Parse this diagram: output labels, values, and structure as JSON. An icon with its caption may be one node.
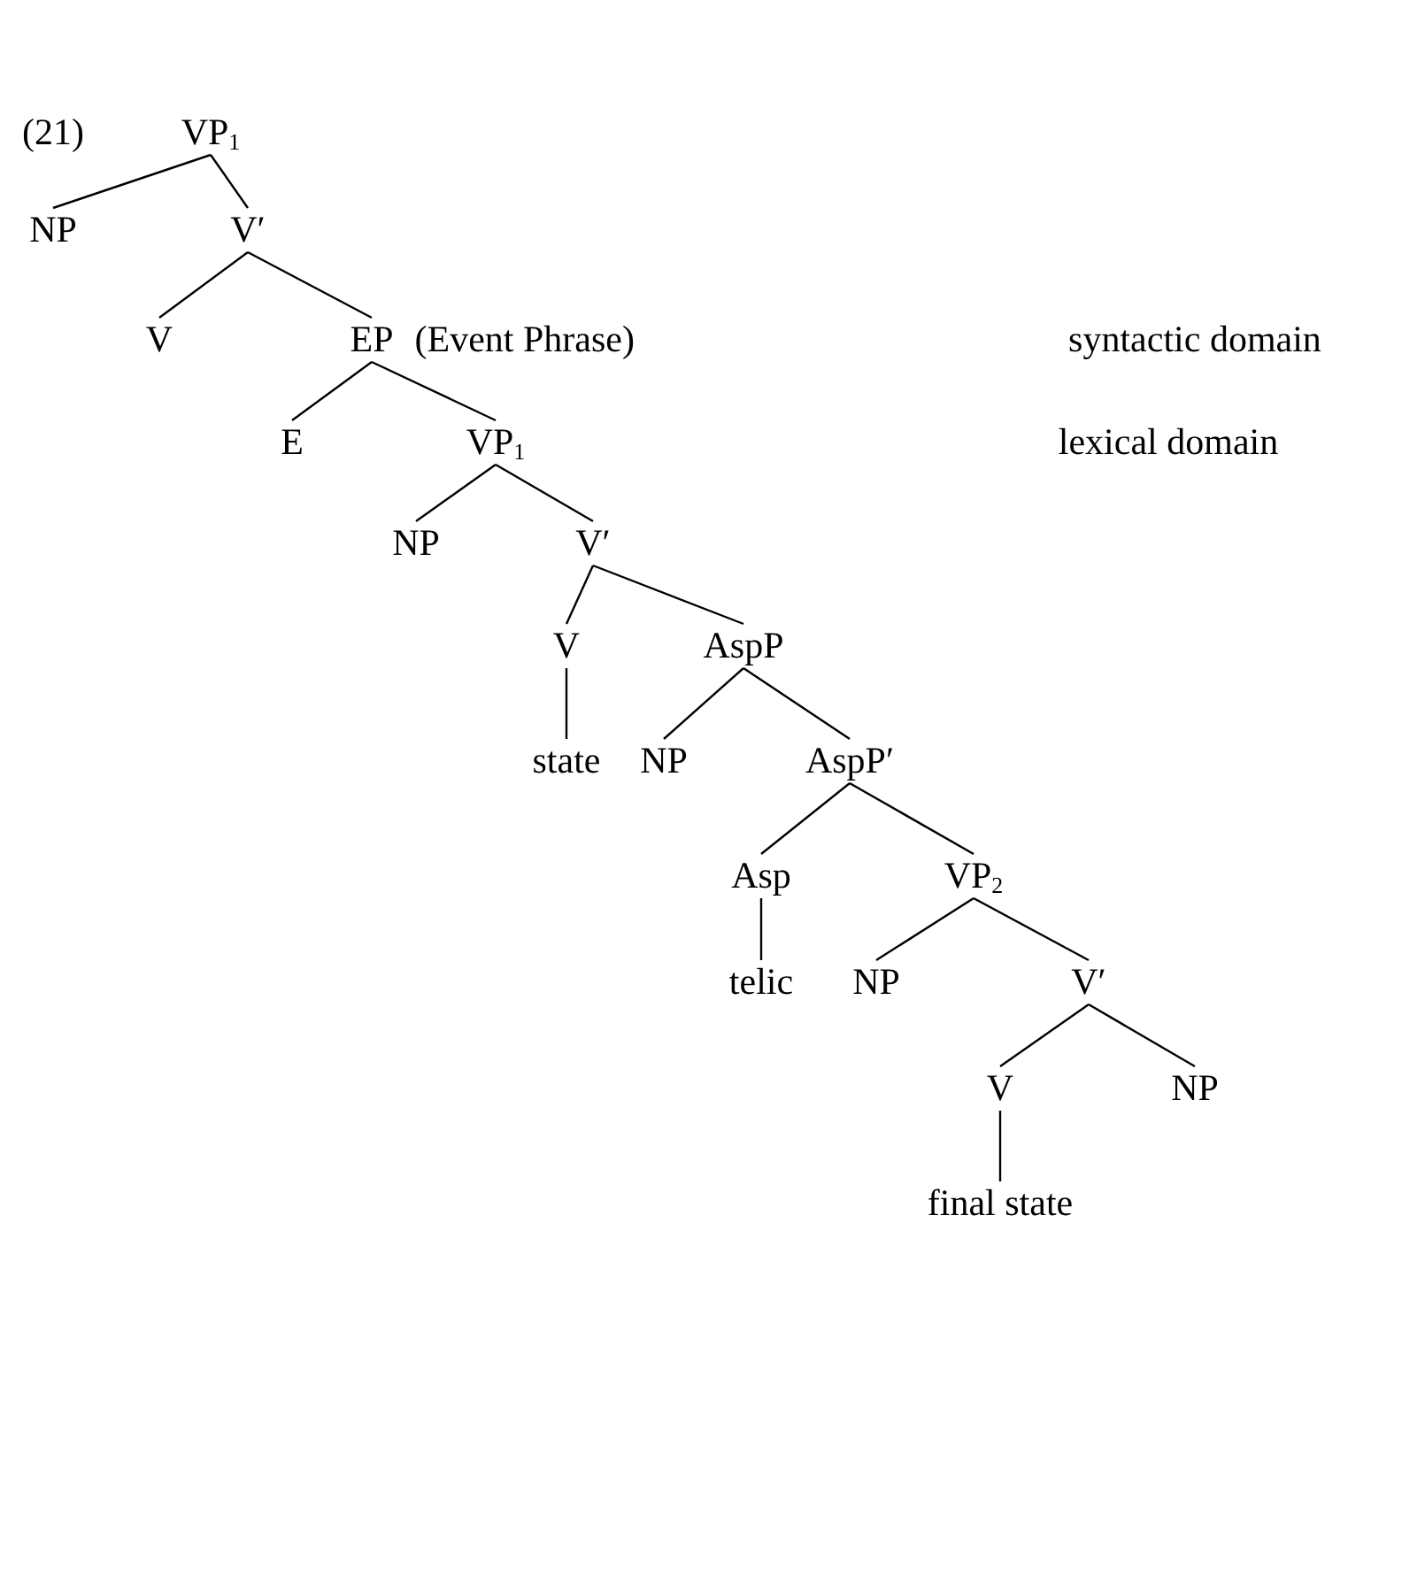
{
  "diagram": {
    "nodes": [
      {
        "text": [
          "VP$_{1}$"
        ]
      },
      {
        "text": [
          "NP"
        ]
      },
      {
        "text": [
          "V′"
        ]
      },
      {
        "text": [
          "V"
        ]
      },
      {
        "text": [
          "EP"
        ],
        "beside": [
          "(Event Phrase)"
        ]
      },
      {
        "text": [
          "E"
        ]
      },
      {
        "text": [
          "VP$_{1}$"
        ]
      },
      {
        "text": [
          "NP"
        ]
      },
      {
        "text": [
          "V′"
        ]
      },
      {
        "text": [
          "V"
        ]
      },
      {
        "text": [
          "AspP"
        ]
      },
      {
        "text": [
          "state"
        ]
      },
      {
        "text": [
          "NP"
        ]
      },
      {
        "text": [
          "AspP′"
        ]
      },
      {
        "text": [
          "Asp"
        ]
      },
      {
        "text": [
          "VP$_{2}$"
        ]
      },
      {
        "text": [
          "telic"
        ]
      },
      {
        "text": [
          "NP"
        ]
      },
      {
        "text": [
          "V′"
        ]
      },
      {
        "text": [
          "V"
        ]
      },
      {
        "text": [
          "NP"
        ]
      },
      {
        "text": [
          "final state"
        ]
      }
    ],
    "edges": [
      {
        "from": 0,
        "to": 1,
        "arrow": "none"
      },
      {
        "from": 0,
        "to": 2,
        "arrow": "none"
      },
      {
        "from": 2,
        "to": 3,
        "arrow": "none"
      },
      {
        "from": 2,
        "to": 4,
        "arrow": "none"
      },
      {
        "from": 4,
        "to": 5,
        "arrow": "none"
      },
      {
        "from": 4,
        "to": 6,
        "arrow": "none"
      },
      {
        "from": 6,
        "to": 7,
        "arrow": "none"
      },
      {
        "from": 6,
        "to": 8,
        "arrow": "none"
      },
      {
        "from": 8,
        "to": 9,
        "arrow": "none"
      },
      {
        "from": 8,
        "to": 10,
        "arrow": "none"
      },
      {
        "from": 9,
        "to": 11,
        "arrow": "none"
      },
      {
        "from": 10,
        "to": 12,
        "arrow": "none"
      },
      {
        "from": 10,
        "to": 13,
        "arrow": "none"
      },
      {
        "from": 13,
        "to": 14,
        "arrow": "none"
      },
      {
        "from": 13,
        "to": 15,
        "arrow": "none"
      },
      {
        "from": 14,
        "to": 16,
        "arrow": "none"
      },
      {
        "from": 15,
        "to": 17,
        "arrow": "none"
      },
      {
        "from": 15,
        "to": 18,
        "arrow": "none"
      },
      {
        "from": 18,
        "to": 19,
        "arrow": "none"
      },
      {
        "from": 18,
        "to": 20,
        "arrow": "none"
      },
      {
        "from": 19,
        "to": 21,
        "arrow": "none"
      }
    ],
    "labels": [
      "(21)",
      "syntactic domain",
      "lexical domain"
    ]
  }
}
